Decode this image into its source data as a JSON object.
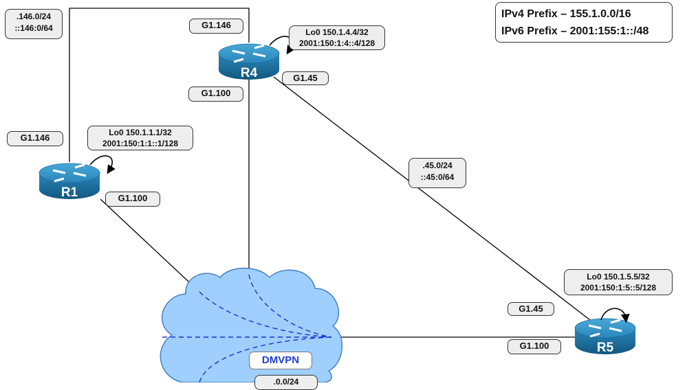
{
  "prefix_box": {
    "ipv4": "IPv4 Prefix – 155.1.0.0/16",
    "ipv6": "IPv6 Prefix – 2001:155:1::/48"
  },
  "routers": {
    "r1": {
      "name": "R1",
      "loopback_v4": "Lo0 150.1.1.1/32",
      "loopback_v6": "2001:150:1:1::1/128"
    },
    "r4": {
      "name": "R4",
      "loopback_v4": "Lo0 150.1.4.4/32",
      "loopback_v6": "2001:150:1:4::4/128"
    },
    "r5": {
      "name": "R5",
      "loopback_v4": "Lo0 150.1.5.5/32",
      "loopback_v6": "2001:150:1:5::5/128"
    }
  },
  "interfaces": {
    "r1_g1_146": "G1.146",
    "r1_g1_100": "G1.100",
    "r4_g1_146": "G1.146",
    "r4_g1_100": "G1.100",
    "r4_g1_45": "G1.45",
    "r5_g1_45": "G1.45",
    "r5_g1_100": "G1.100"
  },
  "subnets": {
    "s146_v4": ".146.0/24",
    "s146_v6": "::146:0/64",
    "s45_v4": ".45.0/24",
    "s45_v6": "::45:0/64",
    "s100_v4": ".0.0/24"
  },
  "cloud": {
    "label": "DMVPN"
  },
  "colors": {
    "router_top": "#2f8fc3",
    "router_side": "#1a6d9c",
    "cloud_fill": "#9ecfff",
    "cloud_stroke": "#4a7fbf",
    "dashed_line": "#1c2fd0",
    "link_line": "#000000"
  }
}
